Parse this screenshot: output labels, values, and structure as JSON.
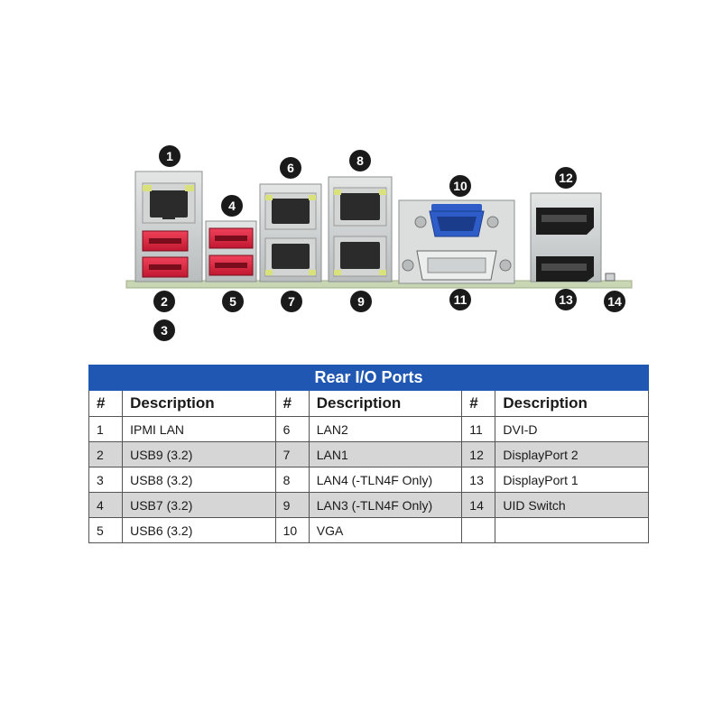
{
  "colors": {
    "accent": "#1f57b3",
    "callout": "#1a1a1a",
    "usb": "#d9233a",
    "vga": "#2e5cc9",
    "pcb": "#c9d6b4"
  },
  "callouts": [
    "1",
    "2",
    "3",
    "4",
    "5",
    "6",
    "7",
    "8",
    "9",
    "10",
    "11",
    "12",
    "13",
    "14"
  ],
  "table": {
    "title": "Rear I/O Ports",
    "headers": [
      "#",
      "Description",
      "#",
      "Description",
      "#",
      "Description"
    ],
    "rows": [
      [
        {
          "num": "1",
          "desc": "IPMI LAN"
        },
        {
          "num": "6",
          "desc": "LAN2"
        },
        {
          "num": "11",
          "desc": "DVI-D"
        }
      ],
      [
        {
          "num": "2",
          "desc": "USB9 (3.2)"
        },
        {
          "num": "7",
          "desc": "LAN1"
        },
        {
          "num": "12",
          "desc": "DisplayPort 2"
        }
      ],
      [
        {
          "num": "3",
          "desc": "USB8 (3.2)"
        },
        {
          "num": "8",
          "desc": "LAN4 (-TLN4F Only)"
        },
        {
          "num": "13",
          "desc": "DisplayPort 1"
        }
      ],
      [
        {
          "num": "4",
          "desc": "USB7 (3.2)"
        },
        {
          "num": "9",
          "desc": "LAN3 (-TLN4F Only)"
        },
        {
          "num": "14",
          "desc": "UID Switch"
        }
      ],
      [
        {
          "num": "5",
          "desc": "USB6 (3.2)"
        },
        {
          "num": "10",
          "desc": "VGA"
        },
        {
          "num": "",
          "desc": ""
        }
      ]
    ]
  }
}
